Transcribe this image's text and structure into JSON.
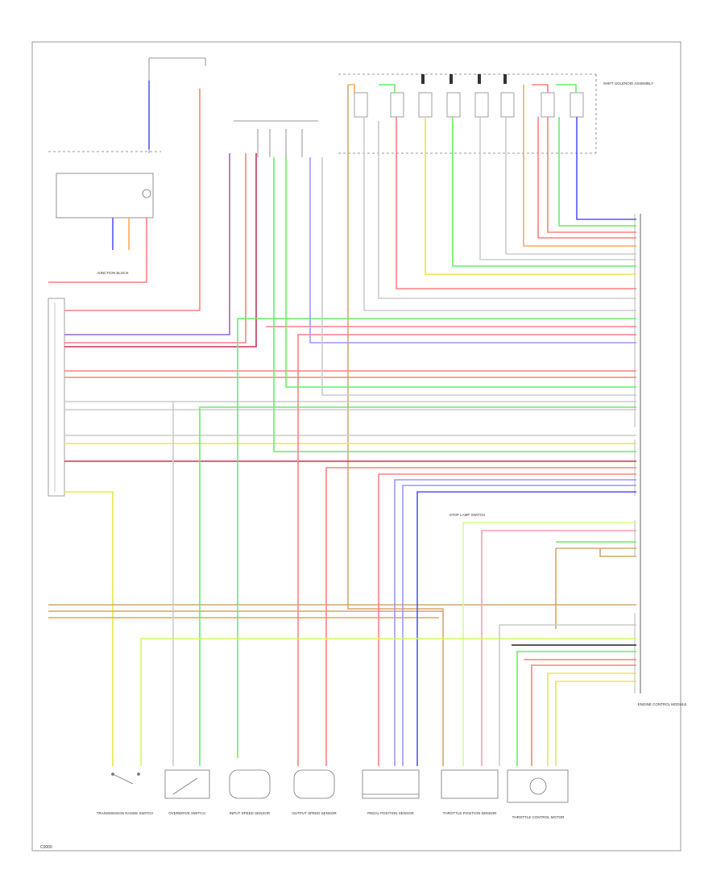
{
  "diagram": {
    "code": "C0000",
    "components": {
      "ecm": "ENGINE CONTROL MODULE",
      "transmission_range_switch": "TRANSMISSION RANGE SWITCH",
      "overdrive_switch": "OVERDRIVE SWITCH",
      "input_speed_sensor": "INPUT SPEED SENSOR",
      "output_speed_sensor": "OUTPUT SPEED SENSOR",
      "pedal_position_sensor": "PEDAL POSITION SENSOR",
      "throttle_position_sensor": "THROTTLE POSITION SENSOR",
      "throttle_actuator": "THROTTLE CONTROL MOTOR",
      "junction_block": "JUNCTION BLOCK",
      "solenoid_assembly": "SHIFT SOLENOID ASSEMBLY",
      "stop_lamp_switch": "STOP LAMP SWITCH"
    },
    "wire_colors": {
      "red": "#ff8080",
      "pink": "#ff9fb0",
      "violet": "#9966cc",
      "green": "#66ee66",
      "yellow": "#e8e84a",
      "orange": "#ffaa55",
      "blue": "#5555ff",
      "tan": "#d2a86a",
      "gray": "#a0a0a0",
      "brown": "#8b5a2b",
      "black": "#222222"
    }
  }
}
